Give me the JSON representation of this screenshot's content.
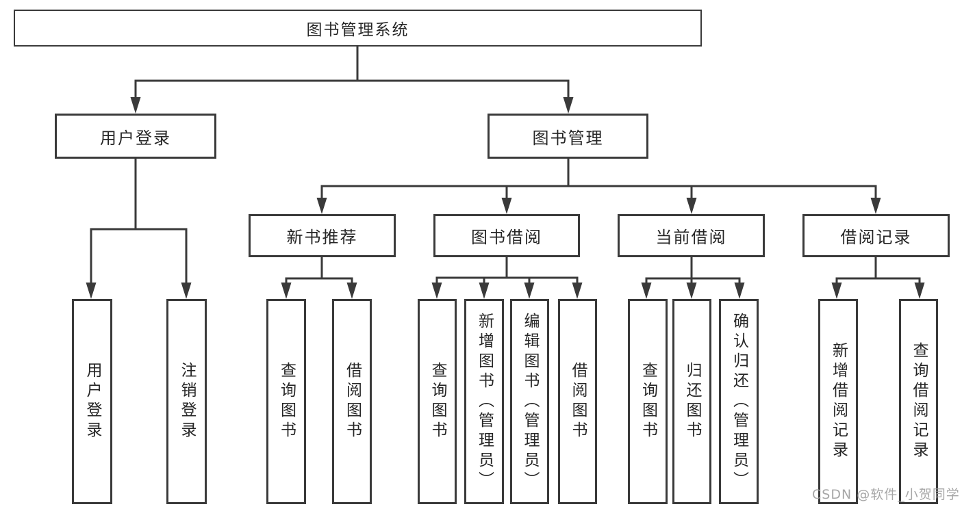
{
  "tree": {
    "root": "图书管理系统",
    "branches": [
      {
        "label": "用户登录",
        "children": [
          "用户登录",
          "注销登录"
        ]
      },
      {
        "label": "图书管理",
        "groups": [
          {
            "label": "新书推荐",
            "children": [
              "查询图书",
              "借阅图书"
            ]
          },
          {
            "label": "图书借阅",
            "children": [
              "查询图书",
              "新增图书（管理员）",
              "编辑图书（管理员）",
              "借阅图书"
            ]
          },
          {
            "label": "当前借阅",
            "children": [
              "查询图书",
              "归还图书",
              "确认归还（管理员）"
            ]
          },
          {
            "label": "借阅记录",
            "children": [
              "新增借阅记录",
              "查询借阅记录"
            ]
          }
        ]
      }
    ]
  },
  "watermark": {
    "text": "CSDN @软件_小贺同学"
  },
  "colors": {
    "line": "#3a3a3a",
    "box_border": "#3a3a3a",
    "box_fill": "#ffffff",
    "text": "#262626",
    "watermark": "#9e9e9e"
  }
}
